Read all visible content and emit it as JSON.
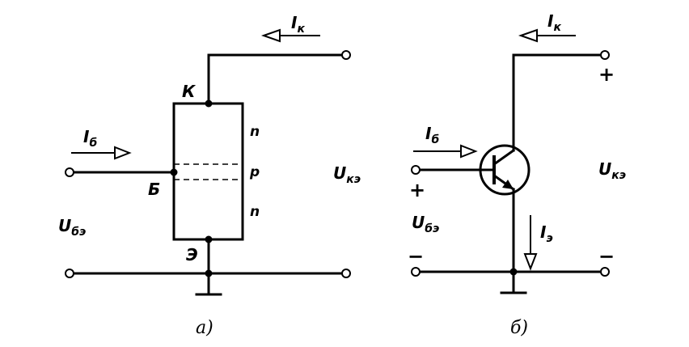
{
  "diagram_a": {
    "collector_current": {
      "main": "I",
      "sub": "к"
    },
    "base_current": {
      "main": "I",
      "sub": "б"
    },
    "collector_label": "К",
    "base_label": "Б",
    "emitter_label": "Э",
    "layers": [
      "n",
      "p",
      "n"
    ],
    "vce": {
      "main": "U",
      "sub": "кэ"
    },
    "vbe": {
      "main": "U",
      "sub": "бэ"
    },
    "caption": "а)"
  },
  "diagram_b": {
    "collector_current": {
      "main": "I",
      "sub": "к"
    },
    "base_current": {
      "main": "I",
      "sub": "б"
    },
    "emitter_current": {
      "main": "I",
      "sub": "э"
    },
    "vce": {
      "main": "U",
      "sub": "кэ"
    },
    "vbe": {
      "main": "U",
      "sub": "бэ"
    },
    "plus": "+",
    "minus": "−",
    "caption": "б)"
  }
}
